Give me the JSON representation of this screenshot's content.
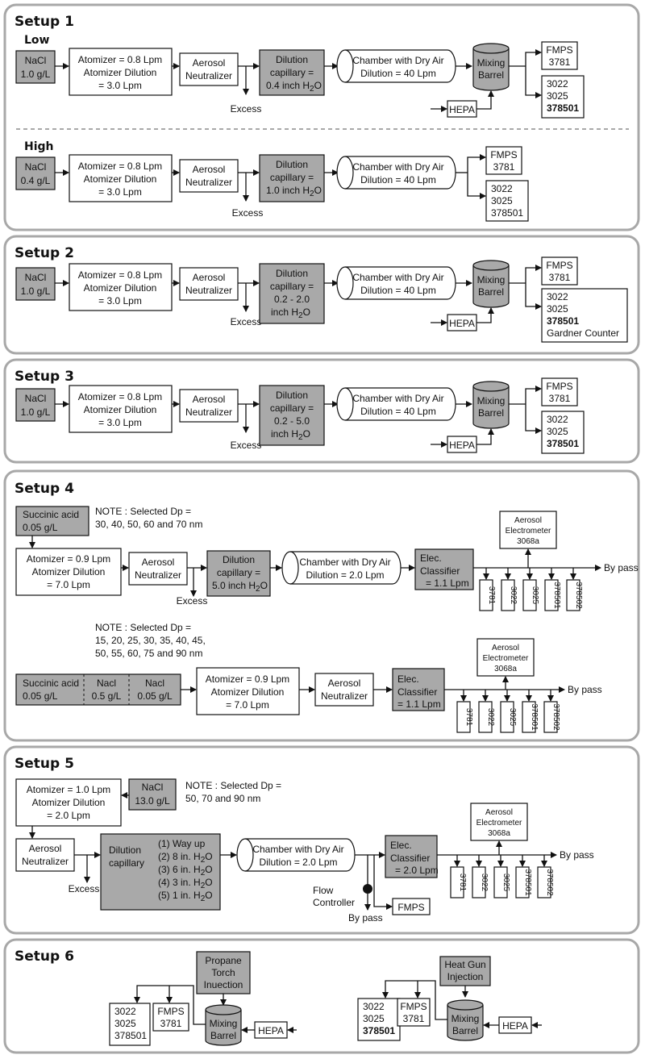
{
  "setups": {
    "s1": {
      "title": "Setup 1",
      "low": "Low",
      "high": "High"
    },
    "s2": {
      "title": "Setup 2"
    },
    "s3": {
      "title": "Setup 3"
    },
    "s4": {
      "title": "Setup 4"
    },
    "s5": {
      "title": "Setup 5"
    },
    "s6": {
      "title": "Setup 6"
    }
  },
  "common": {
    "nacl": "NaCl",
    "conc_10": "1.0 g/L",
    "conc_04": "0.4 g/L",
    "conc_130": "13.0 g/L",
    "atom_08": "Atomizer = 0.8 Lpm",
    "atom_09": "Atomizer = 0.9 Lpm",
    "atom_10": "Atomizer = 1.0 Lpm",
    "atom_dil": "Atomizer Dilution",
    "dil_30": "= 3.0 Lpm",
    "dil_70": "= 7.0 Lpm",
    "dil_20": "= 2.0 Lpm",
    "aerosol": "Aerosol",
    "neutralizer": "Neutralizer",
    "dilution": "Dilution",
    "capillary": "capillary",
    "capillary_eq": "capillary =",
    "cap_04": "0.4 inch H",
    "cap_10": "1.0 inch H",
    "cap_50": "5.0 inch H",
    "cap_02_20_a": "0.2 - 2.0",
    "cap_02_50_a": "0.2 - 5.0",
    "cap_inch": "inch H",
    "h2o_sub": "2",
    "h2o_o": "O",
    "excess": "Excess",
    "chamber": "Chamber with Dry Air",
    "chamber_dil_40": "Dilution = 40 Lpm",
    "chamber_dil_20": "Dilution = 2.0 Lpm",
    "mixing": "Mixing",
    "barrel": "Barrel",
    "hepa": "HEPA",
    "fmps": "FMPS",
    "n3781": "3781",
    "n3022": "3022",
    "n3025": "3025",
    "n378501": "378501",
    "n378502": "378502",
    "gardner": "Gardner Counter",
    "elec": "Elec.",
    "classifier_11": "Classifier = 1.1 Lpm",
    "classifier_11a": "Classifier",
    "classifier_11b": "= 1.1 Lpm",
    "classifier_20a": "Classifier",
    "classifier_20b": "= 2.0 Lpm",
    "electrometer_1": "Aerosol",
    "electrometer_2": "Electrometer",
    "electrometer_3": "3068a",
    "bypass": "By pass",
    "succinic": "Succinic acid",
    "succ_conc": "0.05 g/L",
    "nacl_lc": "Nacl",
    "nacl_05": "0.5 g/L",
    "nacl_005": "0.05 g/L",
    "note_prefix": "NOTE : Selected Dp =",
    "note4a": "30, 40, 50, 60 and 70 nm",
    "note4b_1": "15, 20, 25, 30, 35, 40, 45,",
    "note4b_2": "50, 55, 60, 75 and 90 nm",
    "note5": "50, 70 and 90 nm",
    "cap5_1": "(1) Way up",
    "cap5_2": "(2) 8 in. H",
    "cap5_3": "(3) 6 in. H",
    "cap5_4": "(4) 3 in. H",
    "cap5_5": "(5) 1 in. H",
    "flow": "Flow",
    "controller": "Controller",
    "propane": "Propane",
    "torch": "Torch",
    "inuection": "Inuection",
    "heatgun": "Heat Gun",
    "injection": "Injection"
  },
  "colors": {
    "grey_fill": "#a9a9a9",
    "panel_border": "#a8a8a8",
    "line": "#111111"
  }
}
